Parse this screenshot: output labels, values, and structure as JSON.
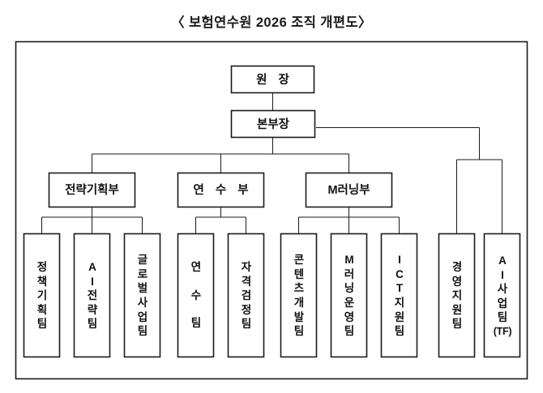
{
  "title": "〈 보험연수원 2026 조직 개편도〉",
  "chart_data": {
    "type": "diagram",
    "diagram_kind": "organization-chart",
    "title": "〈 보험연수원 2026 조직 개편도〉",
    "orientation": "top-down",
    "levels": 3,
    "nodes": [
      {
        "id": "president",
        "label": "원 장",
        "level": 0,
        "shape": "rect",
        "text_dir": "horizontal"
      },
      {
        "id": "head",
        "label": "본부장",
        "level": 1,
        "shape": "rect",
        "text_dir": "horizontal"
      },
      {
        "id": "dept_strategy",
        "label": "전략기획부",
        "level": 2,
        "shape": "rect",
        "text_dir": "horizontal"
      },
      {
        "id": "dept_training",
        "label": "연 수 부",
        "level": 2,
        "shape": "rect",
        "text_dir": "horizontal"
      },
      {
        "id": "dept_mlearning",
        "label": "M러닝부",
        "level": 2,
        "shape": "rect",
        "text_dir": "horizontal"
      },
      {
        "id": "team_policy",
        "label": "정책기획팀",
        "level": 3,
        "shape": "rect",
        "text_dir": "vertical"
      },
      {
        "id": "team_ai_strategy",
        "label": "AI전략팀",
        "level": 3,
        "shape": "rect",
        "text_dir": "vertical"
      },
      {
        "id": "team_global",
        "label": "글로벌사업팀",
        "level": 3,
        "shape": "rect",
        "text_dir": "vertical"
      },
      {
        "id": "team_training",
        "label": "연수팀",
        "level": 3,
        "shape": "rect",
        "text_dir": "vertical"
      },
      {
        "id": "team_certification",
        "label": "자격검정팀",
        "level": 3,
        "shape": "rect",
        "text_dir": "vertical"
      },
      {
        "id": "team_content",
        "label": "콘텐츠개발팀",
        "level": 3,
        "shape": "rect",
        "text_dir": "vertical"
      },
      {
        "id": "team_mlearning_ops",
        "label": "M러닝운영팀",
        "level": 3,
        "shape": "rect",
        "text_dir": "vertical"
      },
      {
        "id": "team_ict",
        "label": "ICT지원팀",
        "level": 3,
        "shape": "rect",
        "text_dir": "vertical"
      },
      {
        "id": "team_management",
        "label": "경영지원팀",
        "level": 2,
        "shape": "rect",
        "text_dir": "vertical"
      },
      {
        "id": "team_ai_business",
        "label": "AI사업팀(TF)",
        "level": 2,
        "shape": "rect",
        "text_dir": "vertical"
      }
    ],
    "edges": [
      {
        "from": "president",
        "to": "head"
      },
      {
        "from": "head",
        "to": "dept_strategy"
      },
      {
        "from": "head",
        "to": "dept_training"
      },
      {
        "from": "head",
        "to": "dept_mlearning"
      },
      {
        "from": "head",
        "to": "team_management"
      },
      {
        "from": "head",
        "to": "team_ai_business"
      },
      {
        "from": "dept_strategy",
        "to": "team_policy"
      },
      {
        "from": "dept_strategy",
        "to": "team_ai_strategy"
      },
      {
        "from": "dept_strategy",
        "to": "team_global"
      },
      {
        "from": "dept_training",
        "to": "team_training"
      },
      {
        "from": "dept_training",
        "to": "team_certification"
      },
      {
        "from": "dept_mlearning",
        "to": "team_content"
      },
      {
        "from": "dept_mlearning",
        "to": "team_mlearning_ops"
      },
      {
        "from": "dept_mlearning",
        "to": "team_ict"
      }
    ],
    "colors": {
      "stroke": "#1a1a1a",
      "fill": "#ffffff",
      "text": "#111111"
    }
  },
  "top": {
    "president": "원 장",
    "head": "본부장"
  },
  "departments": [
    {
      "label": "전략기획부"
    },
    {
      "label": "연 수 부"
    },
    {
      "label": "M러닝부"
    }
  ],
  "teams": [
    {
      "label": "정책기획팀",
      "chars": [
        "정",
        "책",
        "기",
        "획",
        "팀"
      ]
    },
    {
      "label": "AI전략팀",
      "chars": [
        "A",
        "I",
        "전",
        "략",
        "팀"
      ]
    },
    {
      "label": "글로벌사업팀",
      "chars": [
        "글",
        "로",
        "벌",
        "사",
        "업",
        "팀"
      ]
    },
    {
      "label": "연수팀",
      "chars": [
        "연",
        "수",
        "팀"
      ]
    },
    {
      "label": "자격검정팀",
      "chars": [
        "자",
        "격",
        "검",
        "정",
        "팀"
      ]
    },
    {
      "label": "콘텐츠개발팀",
      "chars": [
        "콘",
        "텐",
        "츠",
        "개",
        "발",
        "팀"
      ]
    },
    {
      "label": "M러닝운영팀",
      "chars": [
        "M",
        "러",
        "닝",
        "운",
        "영",
        "팀"
      ]
    },
    {
      "label": "ICT지원팀",
      "chars": [
        "I",
        "C",
        "T",
        "지",
        "원",
        "팀"
      ]
    },
    {
      "label": "경영지원팀",
      "chars": [
        "경",
        "영",
        "지",
        "원",
        "팀"
      ]
    },
    {
      "label": "AI사업팀(TF)",
      "chars": [
        "A",
        "I",
        "사",
        "업",
        "팀",
        "(TF)"
      ]
    }
  ]
}
